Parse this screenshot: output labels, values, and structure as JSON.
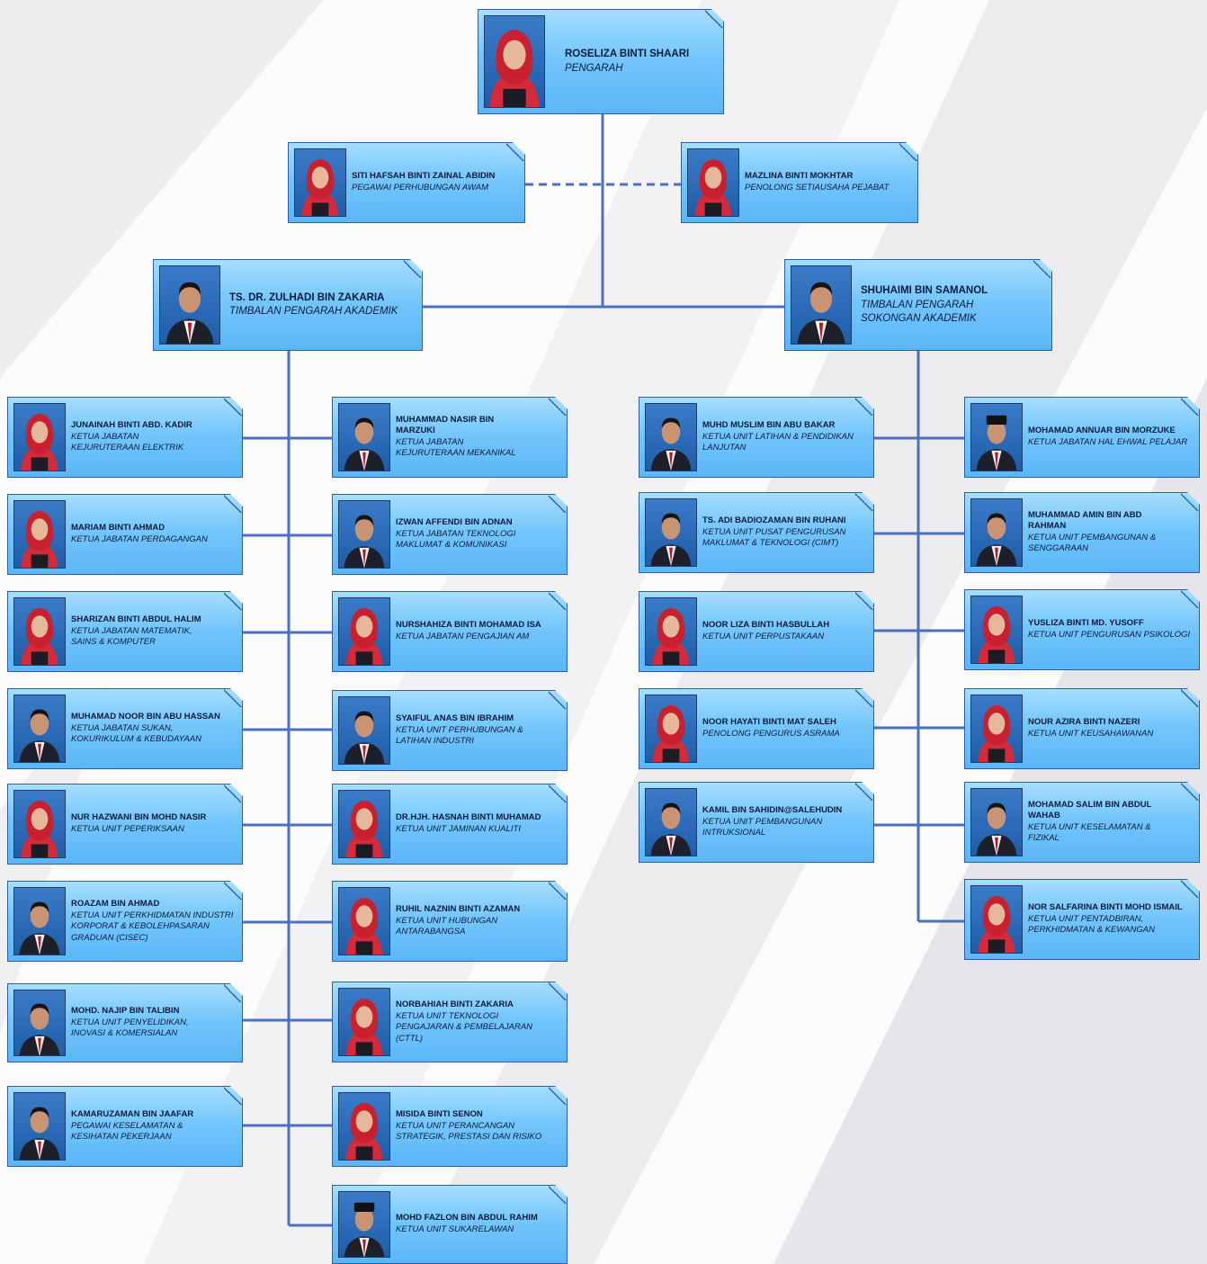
{
  "colors": {
    "card_fill": "#74c6fb",
    "card_border": "#2c5fa8",
    "connector": "#4a6fc4",
    "photo_bg": "#1f5da8"
  },
  "director": {
    "name": "ROSELIZA BINTI SHAARI",
    "position": "PENGARAH",
    "photo": "headshot-female-hijab"
  },
  "staff_director": [
    {
      "name": "SITI HAFSAH BINTI ZAINAL ABIDIN",
      "position": "PEGAWAI PERHUBUNGAN AWAM",
      "photo": "headshot-female-hijab"
    },
    {
      "name": "MAZLINA BINTI MOKHTAR",
      "position": "PENOLONG SETIAUSAHA PEJABAT",
      "photo": "headshot-female-hijab"
    }
  ],
  "deputies": [
    {
      "name": "TS. DR. ZULHADI BIN ZAKARIA",
      "position": "TIMBALAN PENGARAH AKADEMIK",
      "photo": "headshot-male"
    },
    {
      "name": "SHUHAIMI BIN SAMANOL",
      "position": "TIMBALAN PENGARAH SOKONGAN AKADEMIK",
      "photo": "headshot-male"
    }
  ],
  "academic_left": [
    {
      "name": "JUNAINAH BINTI ABD. KADIR",
      "position": "KETUA JABATAN KEJURUTERAAN ELEKTRIK",
      "photo": "headshot-female-hijab"
    },
    {
      "name": "MARIAM BINTI AHMAD",
      "position": "KETUA JABATAN PERDAGANGAN",
      "photo": "headshot-female-hijab"
    },
    {
      "name": "SHARIZAN BINTI ABDUL HALIM",
      "position": "KETUA JABATAN MATEMATIK, SAINS & KOMPUTER",
      "photo": "headshot-female-hijab"
    },
    {
      "name": "MUHAMAD NOOR BIN ABU HASSAN",
      "position": "KETUA JABATAN SUKAN, KOKURIKULUM & KEBUDAYAAN",
      "photo": "headshot-male"
    },
    {
      "name": "NUR HAZWANI BIN MOHD NASIR",
      "position": "KETUA UNIT PEPERIKSAAN",
      "photo": "headshot-female-hijab"
    },
    {
      "name": "ROAZAM BIN AHMAD",
      "position": "KETUA UNIT PERKHIDMATAN INDUSTRI KORPORAT & KEBOLEHPASARAN GRADUAN (CISEC)",
      "photo": "headshot-male"
    },
    {
      "name": "MOHD. NAJIP BIN TALIBIN",
      "position": "KETUA UNIT PENYELIDIKAN, INOVASI & KOMERSIALAN",
      "photo": "headshot-male"
    },
    {
      "name": "KAMARUZAMAN BIN JAAFAR",
      "position": "PEGAWAI KESELAMATAN & KESIHATAN PEKERJAAN",
      "photo": "headshot-male"
    }
  ],
  "academic_right": [
    {
      "name": "MUHAMMAD NASIR BIN MARZUKI",
      "position": "KETUA JABATAN KEJURUTERAAN MEKANIKAL",
      "photo": "headshot-male"
    },
    {
      "name": "IZWAN AFFENDI BIN ADNAN",
      "position": "KETUA JABATAN TEKNOLOGI MAKLUMAT & KOMUNIKASI",
      "photo": "headshot-male"
    },
    {
      "name": "NURSHAHIZA BINTI MOHAMAD ISA",
      "position": "KETUA JABATAN PENGAJIAN AM",
      "photo": "headshot-female-hijab"
    },
    {
      "name": "SYAIFUL ANAS BIN IBRAHIM",
      "position": "KETUA UNIT PERHUBUNGAN & LATIHAN INDUSTRI",
      "photo": "headshot-male"
    },
    {
      "name": "DR.HJH. HASNAH BINTI MUHAMAD",
      "position": "KETUA UNIT JAMINAN KUALITI",
      "photo": "headshot-female-hijab"
    },
    {
      "name": "RUHIL NAZNIN BINTI AZAMAN",
      "position": "KETUA UNIT HUBUNGAN ANTARABANGSA",
      "photo": "headshot-female-hijab"
    },
    {
      "name": "NORBAHIAH BINTI ZAKARIA",
      "position": "KETUA UNIT TEKNOLOGI PENGAJARAN & PEMBELAJARAN (CTTL)",
      "photo": "headshot-female-hijab"
    },
    {
      "name": "MISIDA BINTI SENON",
      "position": "KETUA UNIT PERANCANGAN STRATEGIK, PRESTASI DAN RISIKO",
      "photo": "headshot-female-hijab"
    },
    {
      "name": "MOHD FAZLON BIN ABDUL RAHIM",
      "position": "KETUA UNIT SUKARELAWAN",
      "photo": "headshot-male-songkok"
    }
  ],
  "support_left": [
    {
      "name": "MUHD MUSLIM BIN ABU BAKAR",
      "position": "KETUA UNIT LATIHAN & PENDIDIKAN LANJUTAN",
      "photo": "headshot-male"
    },
    {
      "name": "TS. ADI BADIOZAMAN BIN RUHANI",
      "position": "KETUA UNIT PUSAT PENGURUSAN MAKLUMAT & TEKNOLOGI (CIMT)",
      "photo": "headshot-male"
    },
    {
      "name": "NOOR LIZA BINTI HASBULLAH",
      "position": "KETUA UNIT PERPUSTAKAAN",
      "photo": "headshot-female-hijab"
    },
    {
      "name": "NOOR HAYATI BINTI MAT SALEH",
      "position": "PENOLONG PENGURUS ASRAMA",
      "photo": "headshot-female-hijab"
    },
    {
      "name": "KAMIL BIN SAHIDIN@SALEHUDIN",
      "position": "KETUA UNIT PEMBANGUNAN INTRUKSIONAL",
      "photo": "headshot-male"
    }
  ],
  "support_right": [
    {
      "name": "MOHAMAD ANNUAR BIN MORZUKE",
      "position": "KETUA JABATAN HAL EHWAL PELAJAR",
      "photo": "headshot-male-songkok"
    },
    {
      "name": "MUHAMMAD AMIN BIN ABD RAHMAN",
      "position": "KETUA UNIT PEMBANGUNAN & SENGGARAAN",
      "photo": "headshot-male"
    },
    {
      "name": "YUSLIZA BINTI MD. YUSOFF",
      "position": "KETUA UNIT PENGURUSAN PSIKOLOGI",
      "photo": "headshot-female-hijab"
    },
    {
      "name": "NOUR AZIRA BINTI NAZERI",
      "position": "KETUA UNIT KEUSAHAWANAN",
      "photo": "headshot-female-hijab"
    },
    {
      "name": "MOHAMAD SALIM BIN ABDUL WAHAB",
      "position": "KETUA UNIT KESELAMATAN & FIZIKAL",
      "photo": "headshot-male"
    },
    {
      "name": "NOR SALFARINA BINTI MOHD ISMAIL",
      "position": "KETUA UNIT PENTADBIRAN, PERKHIDMATAN & KEWANGAN",
      "photo": "headshot-female-hijab"
    }
  ]
}
